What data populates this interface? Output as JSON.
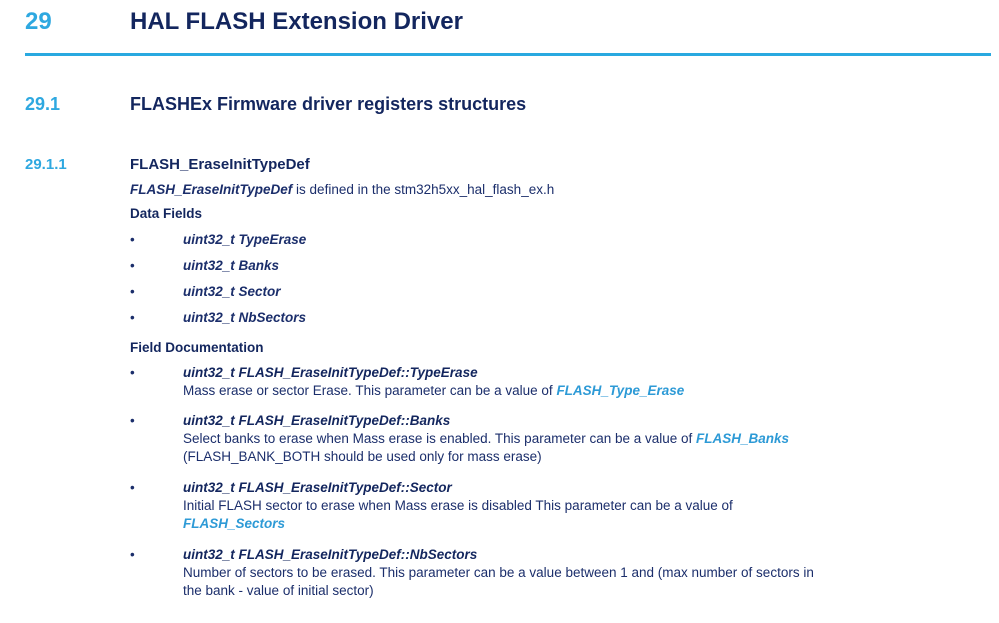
{
  "colors": {
    "accent_light_blue": "#29a9e0",
    "heading_dark_blue": "#13265e",
    "body_dark_blue": "#1b2e6b",
    "link_blue": "#2d9ad6",
    "background": "#ffffff"
  },
  "glyphs": {
    "bullet": "•"
  },
  "chapter": {
    "number": "29",
    "title": "HAL FLASH Extension Driver"
  },
  "section": {
    "number": "29.1",
    "title": "FLASHEx Firmware driver registers structures"
  },
  "subsection": {
    "number": "29.1.1",
    "title": "FLASH_EraseInitTypeDef"
  },
  "definition": {
    "term": "FLASH_EraseInitTypeDef",
    "rest": " is defined in the stm32h5xx_hal_flash_ex.h"
  },
  "data_fields": {
    "heading": "Data Fields",
    "items": [
      "uint32_t TypeErase",
      "uint32_t Banks",
      "uint32_t Sector",
      "uint32_t NbSectors"
    ]
  },
  "field_documentation": {
    "heading": "Field Documentation",
    "items": [
      {
        "title": "uint32_t FLASH_EraseInitTypeDef::TypeErase",
        "lines": [
          {
            "text": "Mass erase or sector Erase. This parameter can be a value of ",
            "link": "FLASH_Type_Erase"
          }
        ]
      },
      {
        "title": "uint32_t FLASH_EraseInitTypeDef::Banks",
        "lines": [
          {
            "text": "Select banks to erase when Mass erase is enabled. This parameter can be a value of ",
            "link": "FLASH_Banks"
          },
          {
            "text": "(FLASH_BANK_BOTH should be used only for mass erase)",
            "link": ""
          }
        ]
      },
      {
        "title": "uint32_t FLASH_EraseInitTypeDef::Sector",
        "lines": [
          {
            "text": "Initial FLASH sector to erase when Mass erase is disabled This parameter can be a value of",
            "link": ""
          },
          {
            "text": "",
            "link": "FLASH_Sectors"
          }
        ]
      },
      {
        "title": "uint32_t FLASH_EraseInitTypeDef::NbSectors",
        "lines": [
          {
            "text": "Number of sectors to be erased. This parameter can be a value between 1 and (max number of sectors in",
            "link": ""
          },
          {
            "text": "the bank - value of initial sector)",
            "link": ""
          }
        ]
      }
    ]
  }
}
